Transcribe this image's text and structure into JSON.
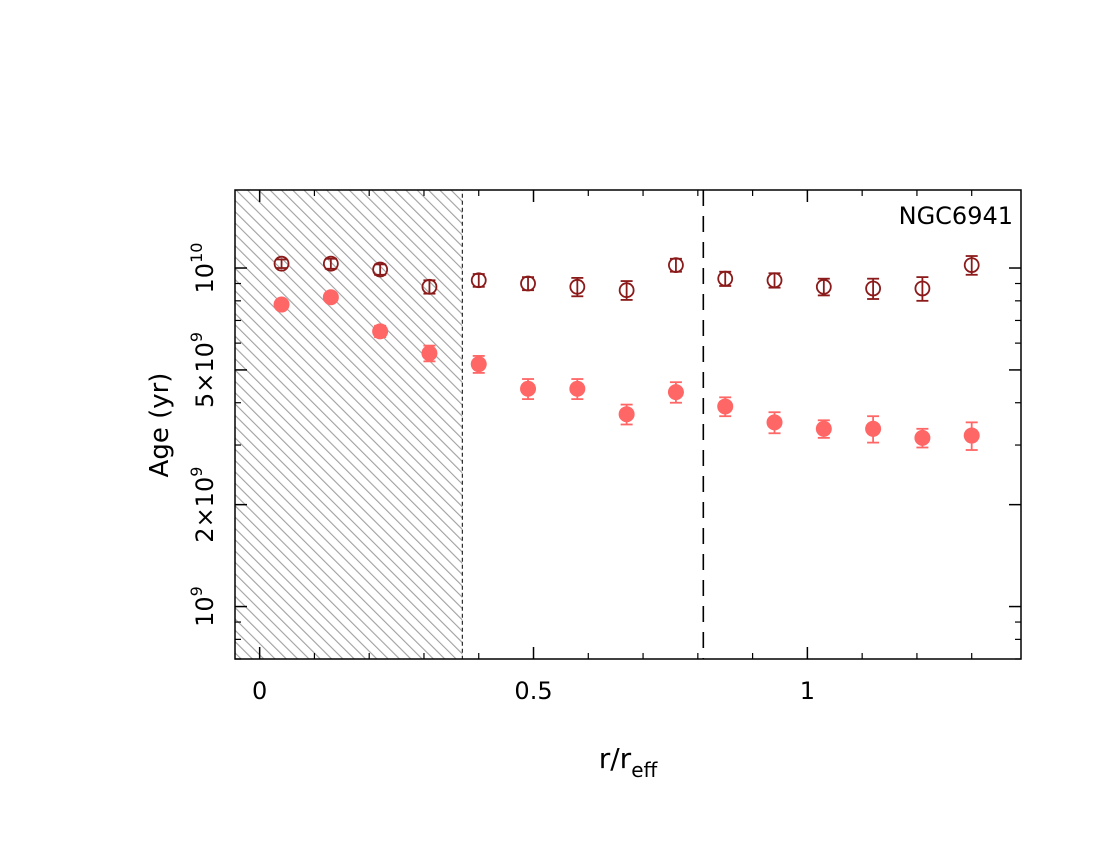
{
  "chart_data": {
    "type": "scatter",
    "title": "",
    "annotation": "NGC6941",
    "xlabel": "r/r",
    "xlabel_subscript": "eff",
    "ylabel": "Age (yr)",
    "xlim": [
      -0.045,
      1.39
    ],
    "ylim": [
      700000000,
      17000000000
    ],
    "y_scale": "log",
    "grid": false,
    "x_ticks": [
      {
        "value": 0,
        "label": "0"
      },
      {
        "value": 0.5,
        "label": "0.5"
      },
      {
        "value": 1,
        "label": "1"
      }
    ],
    "x_minor_ticks": [
      0.1,
      0.2,
      0.3,
      0.4,
      0.6,
      0.7,
      0.8,
      0.9,
      1.1,
      1.2,
      1.3
    ],
    "y_ticks": [
      {
        "value": 1000000000,
        "mantissa": "",
        "base": "10",
        "exp": "9"
      },
      {
        "value": 2000000000,
        "mantissa": "2×",
        "base": "10",
        "exp": "9"
      },
      {
        "value": 5000000000,
        "mantissa": "5×",
        "base": "10",
        "exp": "9"
      },
      {
        "value": 10000000000,
        "mantissa": "",
        "base": "10",
        "exp": "10"
      }
    ],
    "y_minor_ticks": [
      700000000,
      800000000,
      900000000,
      3000000000,
      4000000000,
      6000000000,
      7000000000,
      8000000000,
      9000000000
    ],
    "shaded_region": {
      "x_from": -0.045,
      "x_to": 0.37,
      "pattern": "diagonal-hatch"
    },
    "vertical_line": {
      "x": 0.81,
      "style": "dashed"
    },
    "series": [
      {
        "marker": "open-circle",
        "color": "#8b1a1a",
        "x": [
          0.04,
          0.13,
          0.22,
          0.31,
          0.4,
          0.49,
          0.58,
          0.67,
          0.76,
          0.85,
          0.94,
          1.03,
          1.12,
          1.21,
          1.3
        ],
        "y": [
          10300000000,
          10300000000,
          9900000000,
          8800000000,
          9200000000,
          9000000000,
          8800000000,
          8600000000,
          10200000000,
          9300000000,
          9200000000,
          8800000000,
          8700000000,
          8700000000,
          10200000000
        ],
        "err": [
          300000000,
          350000000,
          350000000,
          400000000,
          400000000,
          400000000,
          550000000,
          550000000,
          450000000,
          450000000,
          450000000,
          500000000,
          600000000,
          700000000,
          650000000
        ]
      },
      {
        "marker": "filled-circle",
        "color": "#ff6666",
        "x": [
          0.04,
          0.13,
          0.22,
          0.31,
          0.4,
          0.49,
          0.58,
          0.67,
          0.76,
          0.85,
          0.94,
          1.03,
          1.12,
          1.21,
          1.3
        ],
        "y": [
          7800000000,
          8200000000,
          6500000000,
          5600000000,
          5200000000,
          4400000000,
          4400000000,
          3700000000,
          4300000000,
          3900000000,
          3500000000,
          3350000000,
          3350000000,
          3150000000,
          3200000000
        ],
        "err": [
          200000000,
          200000000,
          250000000,
          300000000,
          300000000,
          300000000,
          300000000,
          250000000,
          300000000,
          250000000,
          250000000,
          200000000,
          300000000,
          200000000,
          300000000
        ]
      }
    ]
  }
}
